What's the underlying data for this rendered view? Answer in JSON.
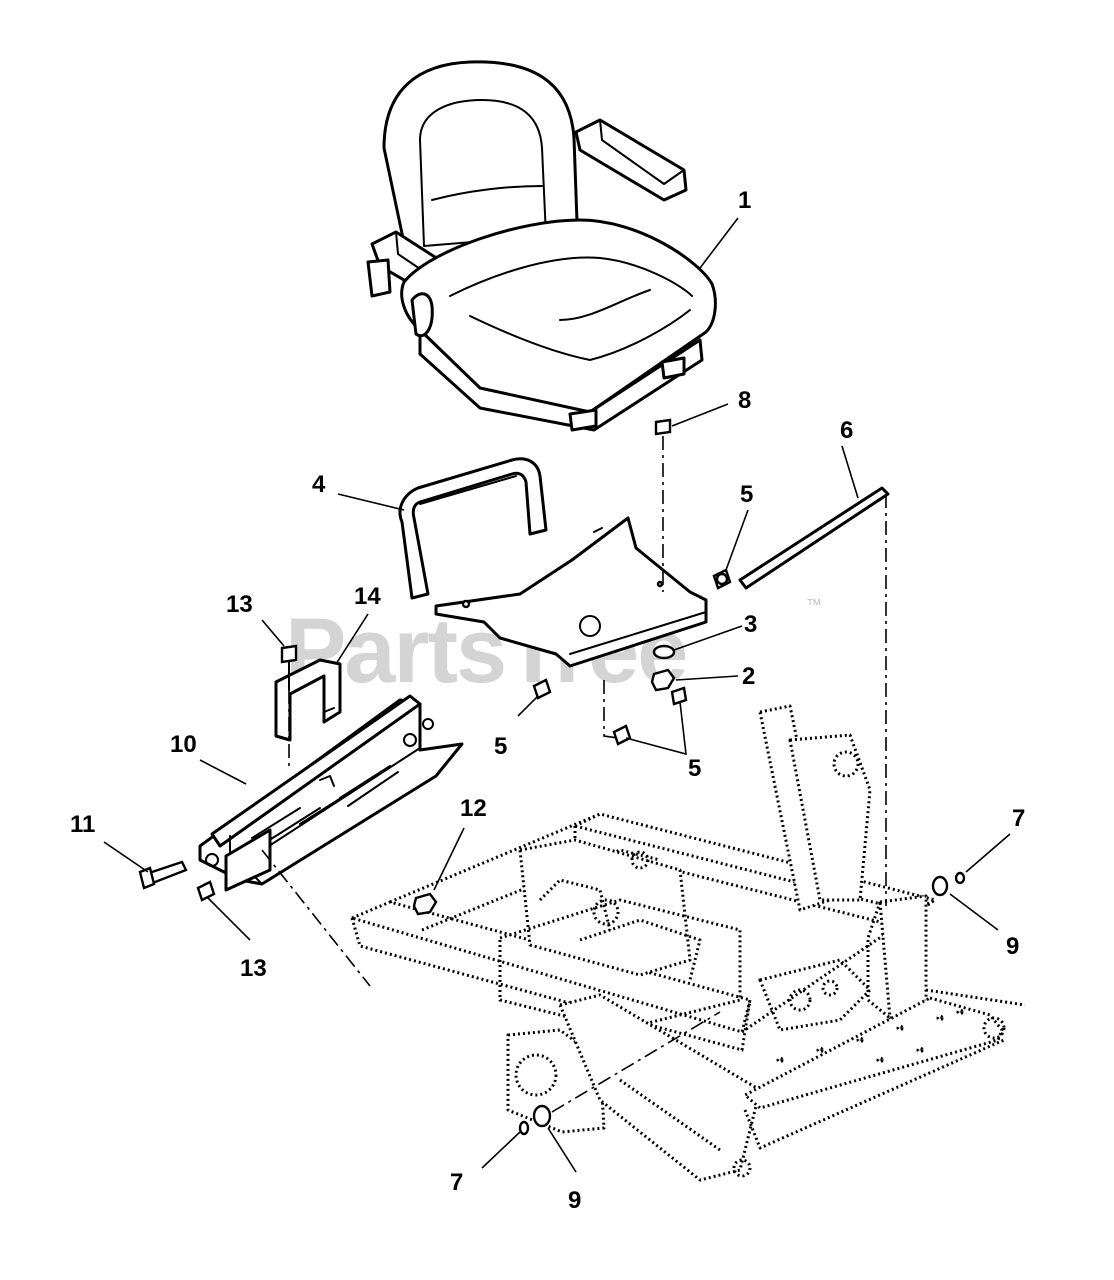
{
  "watermark": {
    "text": "PartsTree",
    "trademark": "™"
  },
  "callouts": {
    "c1": "1",
    "c2": "2",
    "c3": "3",
    "c4": "4",
    "c5a": "5",
    "c5b": "5",
    "c5c": "5",
    "c6": "6",
    "c7a": "7",
    "c7b": "7",
    "c8": "8",
    "c9a": "9",
    "c9b": "9",
    "c10": "10",
    "c11": "11",
    "c12": "12",
    "c13a": "13",
    "c13b": "13",
    "c14": "14"
  }
}
